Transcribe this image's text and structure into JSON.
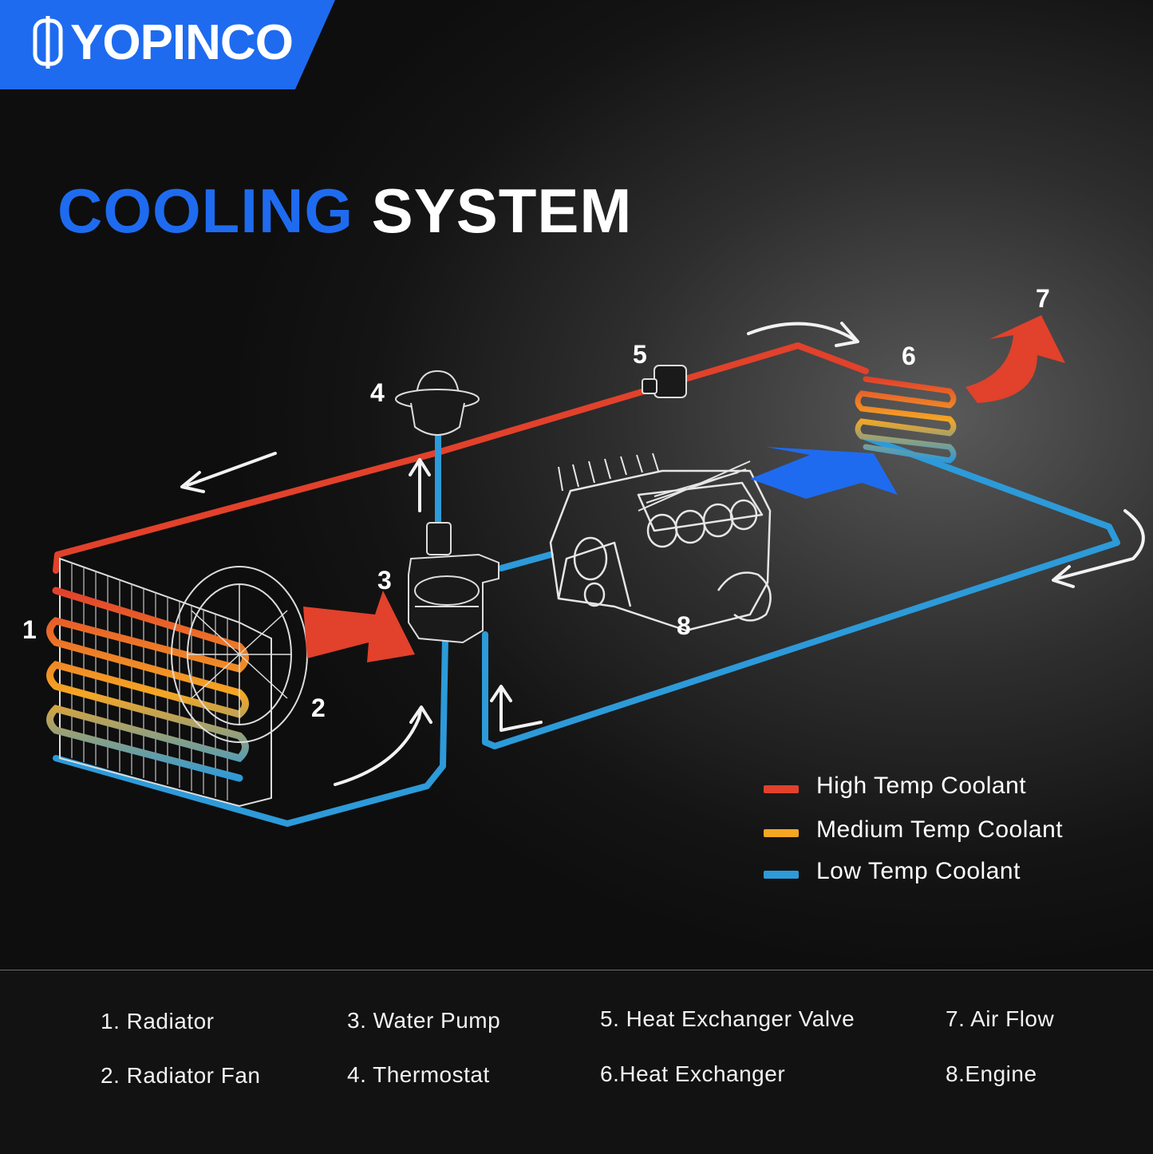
{
  "brand": {
    "name": "YOPINCO",
    "color": "#1e6bf0"
  },
  "title": {
    "word1": "COOLING",
    "word2": "SYSTEM"
  },
  "diagram_numbers": [
    "1",
    "2",
    "3",
    "4",
    "5",
    "6",
    "7",
    "8"
  ],
  "colors": {
    "high": "#e2412b",
    "medium": "#f5a623",
    "low": "#2d9ad9"
  },
  "legend": [
    {
      "label": "High Temp Coolant",
      "color": "#e2412b"
    },
    {
      "label": "Medium Temp Coolant",
      "color": "#f5a623"
    },
    {
      "label": "Low Temp Coolant",
      "color": "#2d9ad9"
    }
  ],
  "components": [
    "1. Radiator",
    "2. Radiator Fan",
    "3. Water Pump",
    "4. Thermostat",
    "5. Heat Exchanger Valve",
    "6.Heat Exchanger",
    "7. Air Flow",
    "8.Engine"
  ],
  "icons": [
    "yopinco-logo-icon",
    "radiator-icon",
    "fan-icon",
    "water-pump-icon",
    "thermostat-icon",
    "valve-icon",
    "heat-exchanger-icon",
    "engine-icon",
    "air-flow-arrow-icon"
  ]
}
